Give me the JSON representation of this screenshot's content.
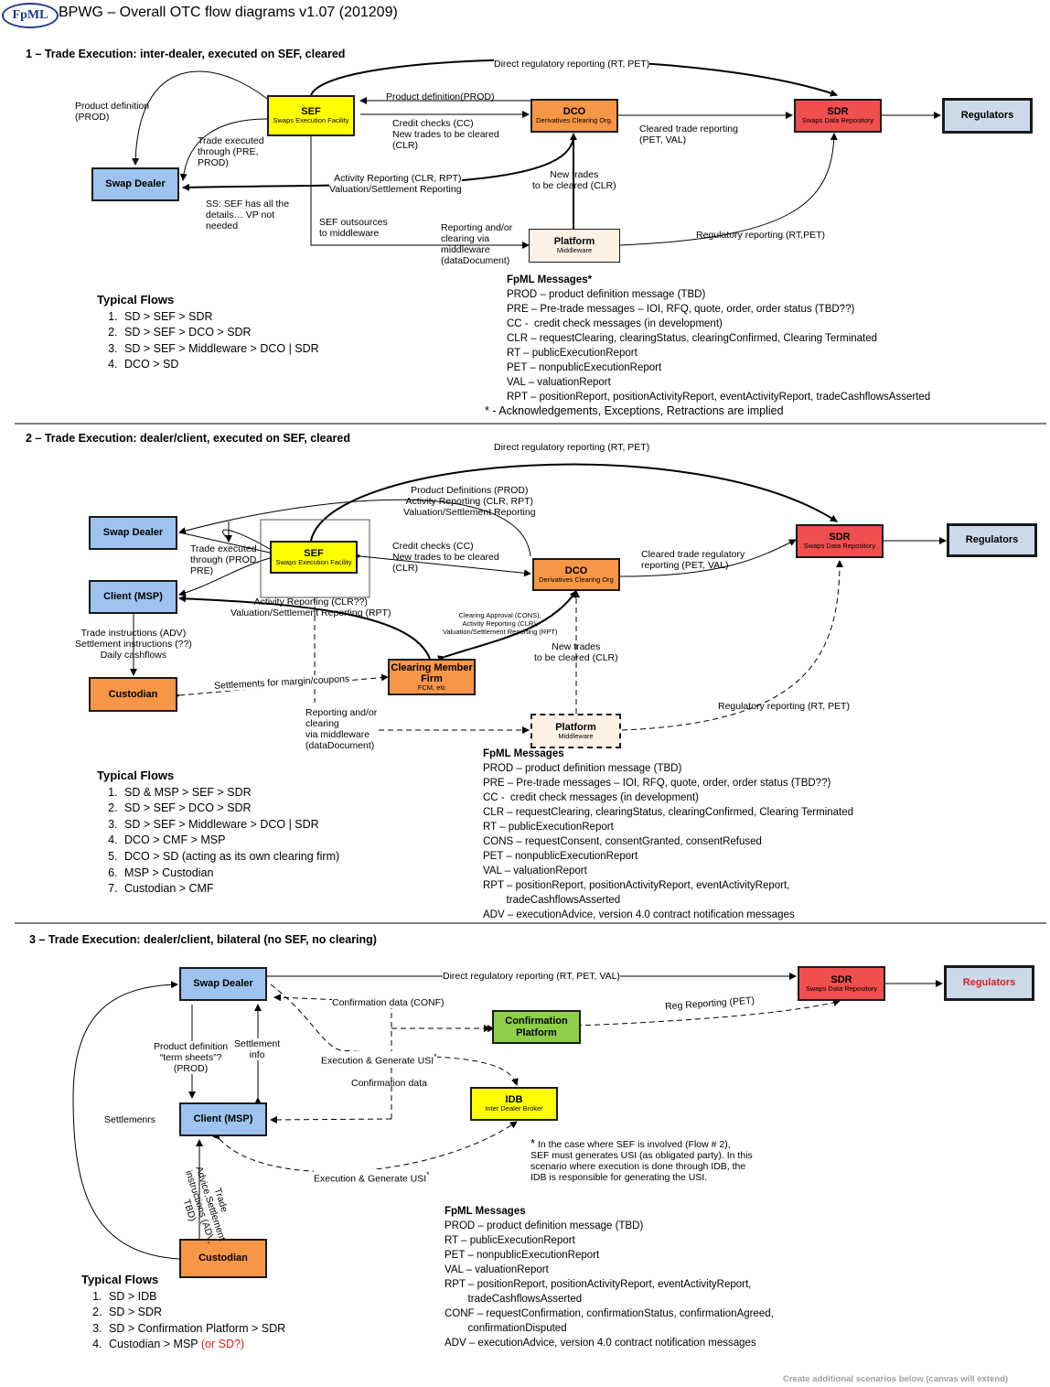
{
  "header": {
    "logo_text": "FpML",
    "title": "BPWG – Overall OTC flow diagrams v1.07 (201209)"
  },
  "colors": {
    "sef": "#ffff00",
    "dco": "#f79646",
    "sdr": "#f04f4f",
    "regulators": "#ccd9e9",
    "participant": "#9dc3ee",
    "platform": "#fdf1e6",
    "confirmation_platform": "#8ece49",
    "idb": "#ffff00",
    "custodian": "#f79646"
  },
  "section1": {
    "title": "1 – Trade Execution: inter-dealer, executed on SEF, cleared",
    "boxes": {
      "sef_title": "SEF",
      "sef_sub": "Swaps Execution Facility",
      "dco_title": "DCO",
      "dco_sub": "Derivatives Clearing Org.",
      "sdr_title": "SDR",
      "sdr_sub": "Swaps Data Repository",
      "regulators": "Regulators",
      "swap_dealer": "Swap Dealer",
      "platform_title": "Platform",
      "platform_sub": "Middleware"
    },
    "labels": {
      "direct_reg": "Direct regulatory reporting (RT, PET)",
      "product_def_left": "Product definition\n(PROD)",
      "product_def_mid": "Product definition(PROD)",
      "credit_checks": "Credit checks (CC)\nNew trades to be cleared\n(CLR)",
      "trade_executed": "Trade executed\nthrough (PRE,\nPROD)",
      "cleared_trade": "Cleared trade reporting\n(PET, VAL)",
      "activity_reporting": "Activity Reporting (CLR, RPT)\nValuation/Settlement Reporting",
      "new_trades": "New trades\nto be cleared (CLR)",
      "ss_note": "SS: SEF has all the\ndetails… VP not\nneeded",
      "sef_outsources": "SEF outsources\nto middleware",
      "reporting_clearing": "Reporting and/or\nclearing via\nmiddleware\n(dataDocument)",
      "reg_reporting": "Regulatory reporting (RT,PET)"
    },
    "typical_flows_title": "Typical Flows",
    "typical_flows": [
      "SD > SEF > SDR",
      "SD > SEF > DCO > SDR",
      "SD > SEF > Middleware > DCO | SDR",
      "DCO > SD"
    ],
    "messages_title": "FpML Messages*",
    "messages": [
      "PROD – product definition message (TBD)",
      "PRE – Pre-trade messages – IOI, RFQ, quote, order, order status (TBD??)",
      "CC -  credit check messages (in development)",
      "CLR – requestClearing, clearingStatus, clearingConfirmed, Clearing Terminated",
      "RT – publicExecutionReport",
      "PET – nonpublicExecutionReport",
      "VAL – valuationReport",
      "RPT – positionReport, positionActivityReport, eventActivityReport, tradeCashflowsAsserted"
    ],
    "footnote": "* - Acknowledgements, Exceptions, Retractions are implied"
  },
  "section2": {
    "title": "2 – Trade Execution: dealer/client, executed on SEF, cleared",
    "boxes": {
      "swap_dealer": "Swap Dealer",
      "client": "Client (MSP)",
      "custodian": "Custodian",
      "sef_title": "SEF",
      "sef_sub": "Swaps Execution Facility",
      "dco_title": "DCO",
      "dco_sub": "Derivatives Clearing Org",
      "sdr_title": "SDR",
      "sdr_sub": "Swaps Data Repository",
      "regulators": "Regulators",
      "cmf_title": "Clearing Member\nFirm",
      "cmf_sub": "FCM, etc",
      "platform_title": "Platform",
      "platform_sub": "Middleware"
    },
    "labels": {
      "direct_reg": "Direct regulatory reporting (RT, PET)",
      "product_defs": "Product Definitions (PROD)\nActivity Reporting (CLR, RPT)\nValuation/Settlement Reporting",
      "trade_executed": "Trade executed\nthrough (PROD,\nPRE)",
      "credit_checks": "Credit checks (CC)\nNew trades to be cleared\n(CLR)",
      "cleared_trade": "Cleared trade regulatory\nreporting (PET, VAL)",
      "activity_reporting": "Activity Reporting (CLR??)\nValuation/Settlement Reporting (RPT)",
      "clearing_approval": "Clearing Approval (CONS),\nActivity Reporting (CLR),\nValuation/Settlement Reporting (RPT)",
      "trade_instructions": "Trade instructions (ADV)\nSettlement instructions (??)\nDaily cashflows",
      "new_trades": "New trades\nto be cleared (CLR)",
      "settlements": "Settlements for margin/coupons",
      "reporting_clearing": "Reporting and/or\nclearing\nvia middleware\n(dataDocument)",
      "reg_reporting": "Regulatory reporting (RT, PET)"
    },
    "typical_flows_title": "Typical Flows",
    "typical_flows": [
      "SD & MSP > SEF > SDR",
      "SD > SEF > DCO > SDR",
      "SD > SEF > Middleware > DCO | SDR",
      "DCO > CMF > MSP",
      "DCO > SD (acting as its own clearing firm)",
      "MSP > Custodian",
      "Custodian > CMF"
    ],
    "messages_title": "FpML Messages",
    "messages": [
      "PROD – product definition message (TBD)",
      "PRE – Pre-trade messages – IOI, RFQ, quote, order, order status (TBD??)",
      "CC -  credit check messages (in development)",
      "CLR – requestClearing, clearingStatus, clearingConfirmed, Clearing Terminated",
      "RT – publicExecutionReport",
      "CONS – requestConsent, consentGranted, consentRefused",
      "PET – nonpublicExecutionReport",
      "VAL – valuationReport",
      "RPT – positionReport, positionActivityReport, eventActivityReport,\n        tradeCashflowsAsserted",
      "ADV – executionAdvice, version 4.0 contract notification messages"
    ]
  },
  "section3": {
    "title": "3 – Trade Execution: dealer/client, bilateral (no SEF, no clearing)",
    "boxes": {
      "swap_dealer": "Swap Dealer",
      "client": "Client (MSP)",
      "custodian": "Custodian",
      "sdr_title": "SDR",
      "sdr_sub": "Swaps Data Repository",
      "regulators": "Regulators",
      "conf_platform": "Confirmation\nPlatform",
      "idb_title": "IDB",
      "idb_sub": "Inter Dealer Broker"
    },
    "labels": {
      "direct_reg": "Direct regulatory reporting (RT, PET, VAL)",
      "confirmation_data_conf": "Confirmation data (CONF)",
      "reg_reporting": "Reg Reporting (PET)",
      "product_def": "Product definition\n“term sheets”?\n(PROD)",
      "settlement_info": "Settlement\ninfo",
      "execution_usi_1": "Execution & Generate USI",
      "confirmation_data": "Confirmation data",
      "settlements": "Settlemenrs",
      "execution_usi_2": "Execution & Generate USI",
      "trade_advice": "Trade\nAdvice,Settlement\ninstructions (ADV,\nTBD)",
      "note": "In the case where SEF is involved (Flow # 2),\nSEF must generates USI (as obligated party). In this\nscenario where execution is done through IDB, the\nIDB is responsible for generating the USI."
    },
    "typical_flows_title": "Typical Flows",
    "typical_flows": [
      "SD > IDB",
      "SD > SDR",
      "SD > Confirmation Platform > SDR",
      "Custodian > MSP"
    ],
    "flow4_suffix": "(or SD?)",
    "messages_title": "FpML Messages",
    "messages": [
      "PROD – product definition message (TBD)",
      "RT – publicExecutionReport",
      "PET – nonpublicExecutionReport",
      "VAL – valuationReport",
      "RPT – positionReport, positionActivityReport, eventActivityReport,\n        tradeCashflowsAsserted",
      "CONF – requestConfirmation, confirmationStatus, confirmationAgreed,\n        confirmationDisputed",
      "ADV – executionAdvice, version 4.0 contract notification messages"
    ]
  },
  "footer": {
    "note": "Create additional scenarios below (canvas will extend)"
  }
}
